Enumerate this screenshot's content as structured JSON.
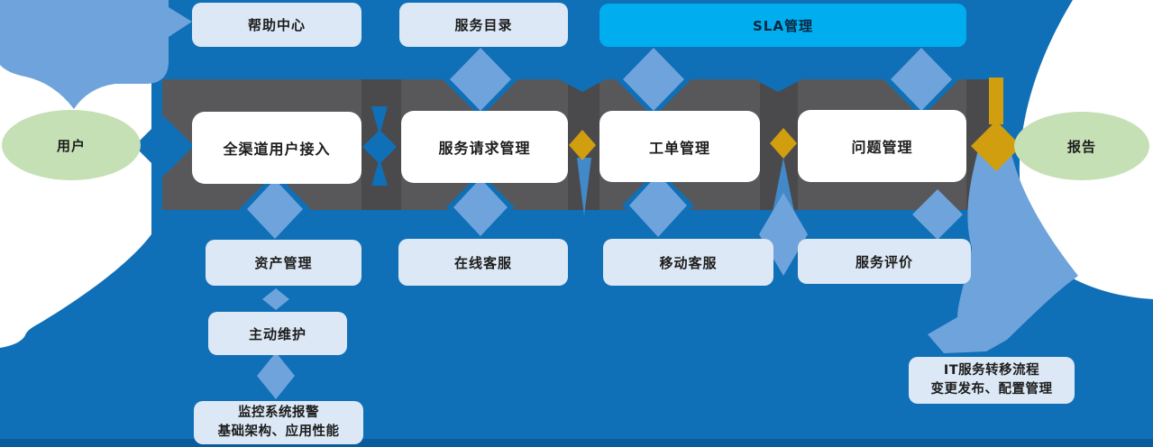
{
  "diagram": {
    "user": {
      "label": "用户"
    },
    "report": {
      "label": "报告"
    },
    "top_row": {
      "help_center": "帮助中心",
      "service_catalog": "服务目录",
      "sla": "SLA管理"
    },
    "middle_row": {
      "omni_channel": "全渠道用户接入",
      "service_request": "服务请求管理",
      "ticket": "工单管理",
      "problem": "问题管理"
    },
    "support_row": {
      "asset": "资产管理",
      "online_service": "在线客服",
      "mobile_service": "移动客服",
      "service_evaluation": "服务评价"
    },
    "maintenance_chain": {
      "proactive": "主动维护",
      "monitor_line1": "监控系统报警",
      "monitor_line2": "基础架构、应用性能"
    },
    "transition": {
      "line1": "IT服务转移流程",
      "line2": "变更发布、配置管理"
    }
  },
  "colors": {
    "background_blue": "#0F6FB7",
    "light_blue": "#6FA3DB",
    "medium_blue": "#4189C8",
    "band_gray": "#58585A",
    "band_gray_dark": "#4A4A4C",
    "gold": "#D19E0F",
    "cyan": "#00AEEF",
    "node_light": "#DCE8F5",
    "node_white": "#FFFFFF",
    "green": "#C5E0B4",
    "bottom_strip": "#0A5C9D",
    "text_dark": "#1C1C1C"
  }
}
